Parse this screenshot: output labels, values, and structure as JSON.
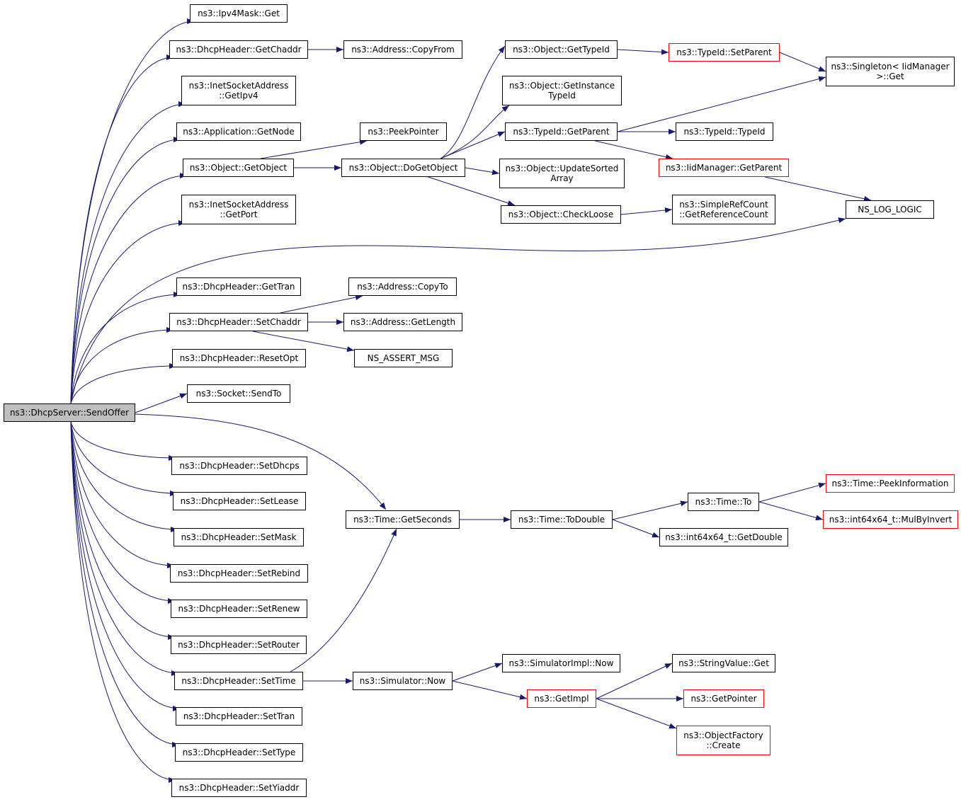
{
  "colors": {
    "edge": "#191970",
    "node_border": "#000000",
    "truncated_border": "#ff0000",
    "root_fill": "#bfbfbf"
  },
  "nodes": [
    {
      "id": "root",
      "lines": [
        "ns3::DhcpServer::SendOffer"
      ],
      "kind": "root"
    },
    {
      "id": "ipv4mask_get",
      "lines": [
        "ns3::Ipv4Mask::Get"
      ],
      "kind": "normal"
    },
    {
      "id": "getchaddr",
      "lines": [
        "ns3::DhcpHeader::GetChaddr"
      ],
      "kind": "normal"
    },
    {
      "id": "addr_copyfrom",
      "lines": [
        "ns3::Address::CopyFrom"
      ],
      "kind": "normal"
    },
    {
      "id": "inetsock_getipv4",
      "lines": [
        "ns3::InetSocketAddress",
        "::GetIpv4"
      ],
      "kind": "normal"
    },
    {
      "id": "app_getnode",
      "lines": [
        "ns3::Application::GetNode"
      ],
      "kind": "normal"
    },
    {
      "id": "obj_getobject",
      "lines": [
        "ns3::Object::GetObject"
      ],
      "kind": "normal"
    },
    {
      "id": "peekpointer",
      "lines": [
        "ns3::PeekPointer"
      ],
      "kind": "normal"
    },
    {
      "id": "obj_dogetobject",
      "lines": [
        "ns3::Object::DoGetObject"
      ],
      "kind": "normal"
    },
    {
      "id": "obj_gettypeid",
      "lines": [
        "ns3::Object::GetTypeId"
      ],
      "kind": "normal"
    },
    {
      "id": "obj_getinstancetypeid",
      "lines": [
        "ns3::Object::GetInstance",
        "TypeId"
      ],
      "kind": "normal"
    },
    {
      "id": "typeid_getparent",
      "lines": [
        "ns3::TypeId::GetParent"
      ],
      "kind": "normal"
    },
    {
      "id": "obj_updatesorted",
      "lines": [
        "ns3::Object::UpdateSorted",
        "Array"
      ],
      "kind": "normal"
    },
    {
      "id": "obj_checkloose",
      "lines": [
        "ns3::Object::CheckLoose"
      ],
      "kind": "normal"
    },
    {
      "id": "typeid_setparent",
      "lines": [
        "ns3::TypeId::SetParent"
      ],
      "kind": "truncated"
    },
    {
      "id": "singleton_get",
      "lines": [
        "ns3::Singleton< IidManager",
        ">::Get"
      ],
      "kind": "normal"
    },
    {
      "id": "typeid_typeid",
      "lines": [
        "ns3::TypeId::TypeId"
      ],
      "kind": "normal"
    },
    {
      "id": "iidmanager_getparent",
      "lines": [
        "ns3::IidManager::GetParent"
      ],
      "kind": "truncated"
    },
    {
      "id": "simplerefcount",
      "lines": [
        "ns3::SimpleRefCount",
        "::GetReferenceCount"
      ],
      "kind": "normal"
    },
    {
      "id": "ns_log_logic",
      "lines": [
        "NS_LOG_LOGIC"
      ],
      "kind": "normal"
    },
    {
      "id": "inetsock_getport",
      "lines": [
        "ns3::InetSocketAddress",
        "::GetPort"
      ],
      "kind": "normal"
    },
    {
      "id": "gettran",
      "lines": [
        "ns3::DhcpHeader::GetTran"
      ],
      "kind": "normal"
    },
    {
      "id": "setchaddr",
      "lines": [
        "ns3::DhcpHeader::SetChaddr"
      ],
      "kind": "normal"
    },
    {
      "id": "addr_copyto",
      "lines": [
        "ns3::Address::CopyTo"
      ],
      "kind": "normal"
    },
    {
      "id": "addr_getlength",
      "lines": [
        "ns3::Address::GetLength"
      ],
      "kind": "normal"
    },
    {
      "id": "ns_assert_msg",
      "lines": [
        "NS_ASSERT_MSG"
      ],
      "kind": "normal"
    },
    {
      "id": "resetopt",
      "lines": [
        "ns3::DhcpHeader::ResetOpt"
      ],
      "kind": "normal"
    },
    {
      "id": "socket_sendto",
      "lines": [
        "ns3::Socket::SendTo"
      ],
      "kind": "normal"
    },
    {
      "id": "setdhcps",
      "lines": [
        "ns3::DhcpHeader::SetDhcps"
      ],
      "kind": "normal"
    },
    {
      "id": "setlease",
      "lines": [
        "ns3::DhcpHeader::SetLease"
      ],
      "kind": "normal"
    },
    {
      "id": "setmask",
      "lines": [
        "ns3::DhcpHeader::SetMask"
      ],
      "kind": "normal"
    },
    {
      "id": "setrebind",
      "lines": [
        "ns3::DhcpHeader::SetRebind"
      ],
      "kind": "normal"
    },
    {
      "id": "setrenew",
      "lines": [
        "ns3::DhcpHeader::SetRenew"
      ],
      "kind": "normal"
    },
    {
      "id": "setrouter",
      "lines": [
        "ns3::DhcpHeader::SetRouter"
      ],
      "kind": "normal"
    },
    {
      "id": "settime",
      "lines": [
        "ns3::DhcpHeader::SetTime"
      ],
      "kind": "normal"
    },
    {
      "id": "settran",
      "lines": [
        "ns3::DhcpHeader::SetTran"
      ],
      "kind": "normal"
    },
    {
      "id": "settype",
      "lines": [
        "ns3::DhcpHeader::SetType"
      ],
      "kind": "normal"
    },
    {
      "id": "setyiaddr",
      "lines": [
        "ns3::DhcpHeader::SetYiaddr"
      ],
      "kind": "normal"
    },
    {
      "id": "time_getseconds",
      "lines": [
        "ns3::Time::GetSeconds"
      ],
      "kind": "normal"
    },
    {
      "id": "time_todouble",
      "lines": [
        "ns3::Time::ToDouble"
      ],
      "kind": "normal"
    },
    {
      "id": "time_to",
      "lines": [
        "ns3::Time::To"
      ],
      "kind": "normal"
    },
    {
      "id": "time_peekinformation",
      "lines": [
        "ns3::Time::PeekInformation"
      ],
      "kind": "truncated"
    },
    {
      "id": "int64_mulbyinvert",
      "lines": [
        "ns3::int64x64_t::MulByInvert"
      ],
      "kind": "truncated"
    },
    {
      "id": "int64_getdouble",
      "lines": [
        "ns3::int64x64_t::GetDouble"
      ],
      "kind": "normal"
    },
    {
      "id": "simulator_now",
      "lines": [
        "ns3::Simulator::Now"
      ],
      "kind": "normal"
    },
    {
      "id": "simimpl_now",
      "lines": [
        "ns3::SimulatorImpl::Now"
      ],
      "kind": "normal"
    },
    {
      "id": "getimpl",
      "lines": [
        "ns3::GetImpl"
      ],
      "kind": "truncated"
    },
    {
      "id": "stringvalue_get",
      "lines": [
        "ns3::StringValue::Get"
      ],
      "kind": "normal"
    },
    {
      "id": "getpointer",
      "lines": [
        "ns3::GetPointer"
      ],
      "kind": "truncated"
    },
    {
      "id": "objectfactory_create",
      "lines": [
        "ns3::ObjectFactory",
        "::Create"
      ],
      "kind": "truncated"
    }
  ],
  "edges": [
    [
      "root",
      "ipv4mask_get"
    ],
    [
      "root",
      "getchaddr"
    ],
    [
      "root",
      "inetsock_getipv4"
    ],
    [
      "root",
      "app_getnode"
    ],
    [
      "root",
      "obj_getobject"
    ],
    [
      "root",
      "inetsock_getport"
    ],
    [
      "root",
      "ns_log_logic"
    ],
    [
      "root",
      "gettran"
    ],
    [
      "root",
      "setchaddr"
    ],
    [
      "root",
      "resetopt"
    ],
    [
      "root",
      "socket_sendto"
    ],
    [
      "root",
      "time_getseconds"
    ],
    [
      "root",
      "setdhcps"
    ],
    [
      "root",
      "setlease"
    ],
    [
      "root",
      "setmask"
    ],
    [
      "root",
      "setrebind"
    ],
    [
      "root",
      "setrenew"
    ],
    [
      "root",
      "setrouter"
    ],
    [
      "root",
      "settime"
    ],
    [
      "root",
      "settran"
    ],
    [
      "root",
      "settype"
    ],
    [
      "root",
      "setyiaddr"
    ],
    [
      "getchaddr",
      "addr_copyfrom"
    ],
    [
      "obj_getobject",
      "peekpointer"
    ],
    [
      "obj_getobject",
      "obj_dogetobject"
    ],
    [
      "obj_dogetobject",
      "obj_gettypeid"
    ],
    [
      "obj_dogetobject",
      "obj_getinstancetypeid"
    ],
    [
      "obj_dogetobject",
      "typeid_getparent"
    ],
    [
      "obj_dogetobject",
      "obj_updatesorted"
    ],
    [
      "obj_dogetobject",
      "obj_checkloose"
    ],
    [
      "obj_gettypeid",
      "typeid_setparent"
    ],
    [
      "typeid_setparent",
      "singleton_get"
    ],
    [
      "typeid_getparent",
      "singleton_get"
    ],
    [
      "typeid_getparent",
      "typeid_typeid"
    ],
    [
      "typeid_getparent",
      "iidmanager_getparent"
    ],
    [
      "iidmanager_getparent",
      "ns_log_logic"
    ],
    [
      "obj_checkloose",
      "simplerefcount"
    ],
    [
      "setchaddr",
      "addr_copyto"
    ],
    [
      "setchaddr",
      "addr_getlength"
    ],
    [
      "setchaddr",
      "ns_assert_msg"
    ],
    [
      "time_getseconds",
      "time_todouble"
    ],
    [
      "time_todouble",
      "time_to"
    ],
    [
      "time_todouble",
      "int64_getdouble"
    ],
    [
      "time_to",
      "time_peekinformation"
    ],
    [
      "time_to",
      "int64_mulbyinvert"
    ],
    [
      "settime",
      "time_getseconds"
    ],
    [
      "settime",
      "simulator_now"
    ],
    [
      "simulator_now",
      "simimpl_now"
    ],
    [
      "simulator_now",
      "getimpl"
    ],
    [
      "getimpl",
      "stringvalue_get"
    ],
    [
      "getimpl",
      "getpointer"
    ],
    [
      "getimpl",
      "objectfactory_create"
    ]
  ]
}
